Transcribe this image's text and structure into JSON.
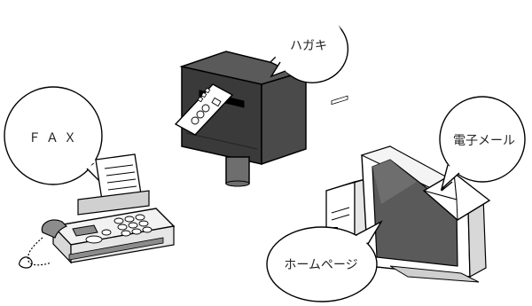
{
  "labels": {
    "fax": "ＦＡＸ",
    "postcard": "ハガキ",
    "email": "電子メール",
    "homepage": "ホームページ"
  },
  "icons": [
    "fax-machine-icon",
    "post-box-icon",
    "postcard-icon",
    "computer-icon",
    "monitor-icon",
    "envelope-icon"
  ],
  "colors": {
    "outline": "#000000",
    "dark_gray": "#3a3a3a",
    "mid_gray": "#8c8c8c",
    "light_gray": "#d0d0d0",
    "fill_white": "#ffffff"
  }
}
